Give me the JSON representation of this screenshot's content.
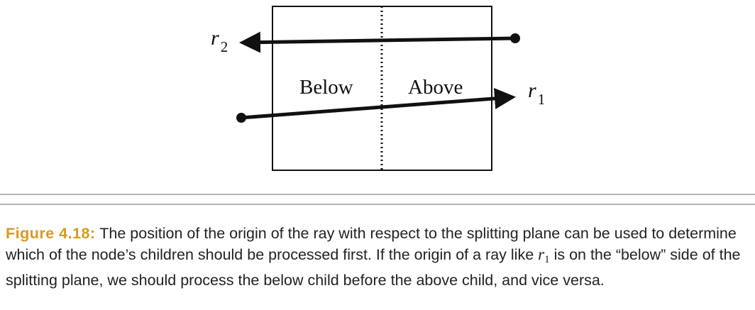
{
  "diagram": {
    "region_below_label": "Below",
    "region_above_label": "Above",
    "ray_1": {
      "symbol": "r",
      "subscript": "1"
    },
    "ray_2": {
      "symbol": "r",
      "subscript": "2"
    },
    "line_color": "#111111"
  },
  "caption": {
    "label": "Figure 4.18:",
    "text_part1": "The position of the origin of the ray with respect to the splitting plane can be used to determine which of the node’s children should be processed first. If the origin of a ray like ",
    "var_symbol": "r",
    "var_subscript": "1",
    "text_part2": " is on the “below” side of the splitting plane, we should process the below child before the above child, and vice versa.",
    "label_color": "#d69a1c"
  }
}
